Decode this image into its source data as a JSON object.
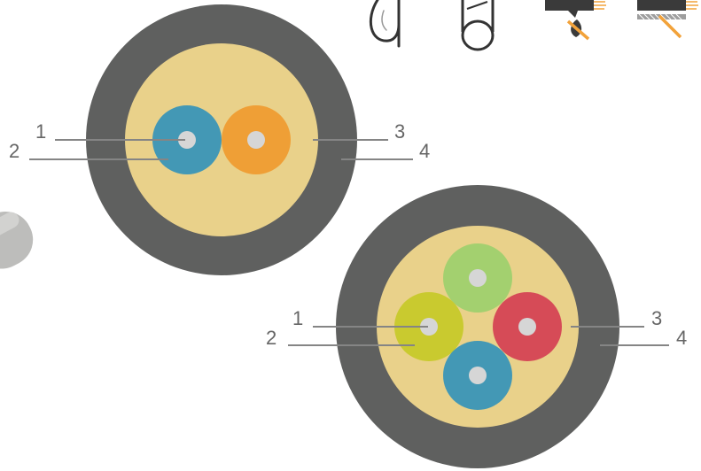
{
  "colors": {
    "jacket": "#5f605f",
    "filler": "#e9d18a",
    "fiber_core": "#d6d6d6",
    "leader_line": "#858585",
    "label_text": "#666666",
    "icon_stroke": "#333333",
    "icon_accent": "#f2a23a",
    "icon_dark": "#3a3a3a"
  },
  "diagrams": [
    {
      "name": "two-fiber-cable-cross-section",
      "fiber_colors": [
        "#4398b5",
        "#ef9f36"
      ],
      "labels": [
        "1",
        "2",
        "3",
        "4"
      ]
    },
    {
      "name": "four-fiber-cable-cross-section",
      "fiber_colors": [
        "#a3d06f",
        "#c9ca2f",
        "#d64b57",
        "#4398b5"
      ],
      "labels": [
        "1",
        "2",
        "3",
        "4"
      ]
    }
  ],
  "icons": [
    {
      "name": "bend-radius-icon"
    },
    {
      "name": "crush-resistance-icon"
    },
    {
      "name": "flame-retardant-icon"
    },
    {
      "name": "halogen-free-icon"
    }
  ],
  "cable_fragment": {
    "name": "cable-end-icon"
  }
}
